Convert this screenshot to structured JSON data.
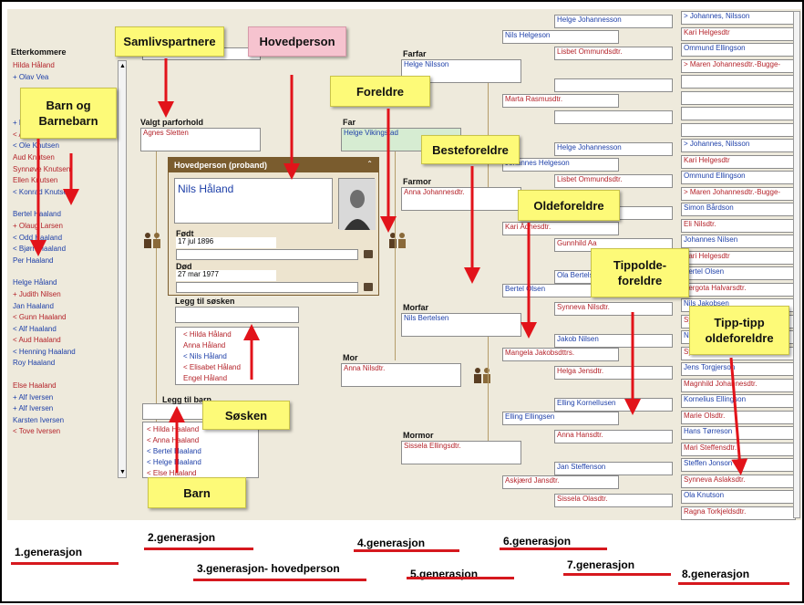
{
  "left": {
    "header": "Etterkommere",
    "items": [
      {
        "t": "Hilda Håland",
        "c": "f"
      },
      {
        "t": "+ Olav Vea",
        "c": "m"
      },
      {
        "t": "+ Konrad Knutsen",
        "c": "m"
      },
      {
        "t": "< Agnes Knutsen",
        "c": "f"
      },
      {
        "t": "< Ole Knutsen",
        "c": "m"
      },
      {
        "t": "Aud Knutsen",
        "c": "f"
      },
      {
        "t": "Synnøve Knutsen",
        "c": "f"
      },
      {
        "t": "Ellen Knutsen",
        "c": "f"
      },
      {
        "t": "< Konrad Knutsen",
        "c": "m"
      },
      {
        "t": "Bertel Haaland",
        "c": "m"
      },
      {
        "t": "+ Olaug Larsen",
        "c": "f"
      },
      {
        "t": "< Odd Haaland",
        "c": "m"
      },
      {
        "t": "< Bjørn Haaland",
        "c": "m"
      },
      {
        "t": "Per Haaland",
        "c": "m"
      },
      {
        "t": "Helge Håland",
        "c": "m"
      },
      {
        "t": "+ Judith Nilsen",
        "c": "f"
      },
      {
        "t": "Jan Haaland",
        "c": "m"
      },
      {
        "t": "< Gunn Haaland",
        "c": "f"
      },
      {
        "t": "< Alf Haaland",
        "c": "m"
      },
      {
        "t": "< Aud Haaland",
        "c": "f"
      },
      {
        "t": "< Henning Haaland",
        "c": "m"
      },
      {
        "t": "Roy Haaland",
        "c": "m"
      },
      {
        "t": "Else Haaland",
        "c": "f"
      },
      {
        "t": "+ Alf Iversen",
        "c": "m"
      },
      {
        "t": "+ Alf Iversen",
        "c": "m"
      },
      {
        "t": "Karsten Iversen",
        "c": "m"
      },
      {
        "t": "< Tove Iversen",
        "c": "f"
      }
    ]
  },
  "partner": {
    "caption": "Valgt parforhold",
    "name": "Agnes Sletten"
  },
  "main": {
    "header": "Hovedperson (proband)",
    "name": "Nils Håland",
    "born_label": "Født",
    "born": "17 jul 1896",
    "died_label": "Død",
    "died": "27 mar 1977"
  },
  "siblings": {
    "caption": "Legg til søsken",
    "items": [
      {
        "t": "< Hilda Håland",
        "c": "f"
      },
      {
        "t": "Anna Håland",
        "c": "f"
      },
      {
        "t": "< Nils Håland",
        "c": "m"
      },
      {
        "t": "< Elisabet Håland",
        "c": "f"
      },
      {
        "t": "Engel Håland",
        "c": "f"
      }
    ]
  },
  "children": {
    "caption": "Legg til barn",
    "items": [
      {
        "t": "< Hilda Haaland",
        "c": "f"
      },
      {
        "t": "< Anna Haaland",
        "c": "f"
      },
      {
        "t": "< Bertel Haaland",
        "c": "m"
      },
      {
        "t": "< Helge Haaland",
        "c": "m"
      },
      {
        "t": "< Else Haaland",
        "c": "f"
      }
    ]
  },
  "parents": {
    "far_label": "Far",
    "far": "Helge Vikingstad",
    "mor_label": "Mor",
    "mor": "Anna Nilsdtr."
  },
  "grandparents": {
    "farfar_label": "Farfar",
    "farfar": "Helge Nilsson",
    "farmor_label": "Farmor",
    "farmor": "Anna Johannesdtr.",
    "morfar_label": "Morfar",
    "morfar": "Nils Bertelsen",
    "mormor_label": "Mormor",
    "mormor": "Sissela Ellingsdtr."
  },
  "g5": [
    {
      "t": "Nils Helgeson",
      "c": "m"
    },
    {
      "t": "Marta Rasmusdtr.",
      "c": "f"
    },
    {
      "t": "Johannes Helgeson",
      "c": "m"
    },
    {
      "t": "Kari Ådnesdtr.",
      "c": "f"
    },
    {
      "t": "Bertel Olsen",
      "c": "m"
    },
    {
      "t": "Mangela Jakobsdttrs.",
      "c": "f"
    },
    {
      "t": "Elling Ellingsen",
      "c": "m"
    },
    {
      "t": "Askjærd Jansdtr.",
      "c": "f"
    }
  ],
  "g6": [
    {
      "t": "Helge Johannesson",
      "c": "m"
    },
    {
      "t": "Lisbet Ommundsdtr.",
      "c": "f"
    },
    {
      "t": "",
      "c": "m"
    },
    {
      "t": "",
      "c": "f"
    },
    {
      "t": "Helge Johannesson",
      "c": "m"
    },
    {
      "t": "Lisbet Ommundsdtr.",
      "c": "f"
    },
    {
      "t": "",
      "c": "m"
    },
    {
      "t": "Gunnhild Aa",
      "c": "f"
    },
    {
      "t": "Ola Bertelsen",
      "c": "m"
    },
    {
      "t": "Synneva Nilsdtr.",
      "c": "f"
    },
    {
      "t": "Jakob Nilsen",
      "c": "m"
    },
    {
      "t": "Helga Jensdtr.",
      "c": "f"
    },
    {
      "t": "Elling KornelIusen",
      "c": "m"
    },
    {
      "t": "Anna Hansdtr.",
      "c": "f"
    },
    {
      "t": "Jan Steffenson",
      "c": "m"
    },
    {
      "t": "Sissela Olasdtr.",
      "c": "f"
    }
  ],
  "g7": [
    {
      "t": "> Johannes, Nilsson",
      "c": "m"
    },
    {
      "t": "Kari Helgesdtr",
      "c": "f"
    },
    {
      "t": "Ommund Ellingson",
      "c": "m"
    },
    {
      "t": "> Maren Johannesdtr.-Bugge-",
      "c": "f"
    },
    {
      "t": "",
      "c": "m"
    },
    {
      "t": "",
      "c": "f"
    },
    {
      "t": "",
      "c": "m"
    },
    {
      "t": "",
      "c": "f"
    },
    {
      "t": "> Johannes, Nilsson",
      "c": "m"
    },
    {
      "t": "Kari Helgesdtr",
      "c": "f"
    },
    {
      "t": "Ommund Ellingson",
      "c": "m"
    },
    {
      "t": "> Maren Johannesdtr.-Bugge-",
      "c": "f"
    },
    {
      "t": "Simon Bårdson",
      "c": "m"
    },
    {
      "t": "Eli Nilsdtr.",
      "c": "f"
    },
    {
      "t": "Johannes Nilsen",
      "c": "m"
    },
    {
      "t": "Kari Helgesdtr",
      "c": "f"
    },
    {
      "t": "Bertel Olsen",
      "c": "m"
    },
    {
      "t": "Bergota Halvarsdtr.",
      "c": "f"
    },
    {
      "t": "Nils Jakobsen",
      "c": "m"
    },
    {
      "t": "Synneva",
      "c": "f"
    },
    {
      "t": "Nils",
      "c": "m"
    },
    {
      "t": "Synneva",
      "c": "f"
    },
    {
      "t": "Jens Torgjerson",
      "c": "m"
    },
    {
      "t": "Magnhild Johannesdtr.",
      "c": "f"
    },
    {
      "t": "Kornelius Ellingson",
      "c": "m"
    },
    {
      "t": "Marie Olsdtr.",
      "c": "f"
    },
    {
      "t": "Hans Tørreson",
      "c": "m"
    },
    {
      "t": "Mari Steffensdtr.",
      "c": "f"
    },
    {
      "t": "Steffen Jonson",
      "c": "m"
    },
    {
      "t": "Synneva Aslaksdtr.",
      "c": "f"
    },
    {
      "t": "Ola Knutson",
      "c": "m"
    },
    {
      "t": "Ragna Torkjeldsdtr.",
      "c": "f"
    }
  ],
  "notes": {
    "samliv": "Samlivspartnere",
    "hoved": "Hovedperson",
    "barn_og": "Barn og Barnebarn",
    "foreldre": "Foreldre",
    "beste": "Besteforeldre",
    "olde": "Oldeforeldre",
    "tippolde": "Tippolde-foreldre",
    "tipptipp": "Tipp-tipp oldeforeldre",
    "sosken": "Søsken",
    "barn": "Barn"
  },
  "generations": [
    "1.generasjon",
    "2.generasjon",
    "3.generasjon- hovedperson",
    "4.generasjon",
    "5.generasjon",
    "6.generasjon",
    "7.generasjon",
    "8.generasjon"
  ]
}
